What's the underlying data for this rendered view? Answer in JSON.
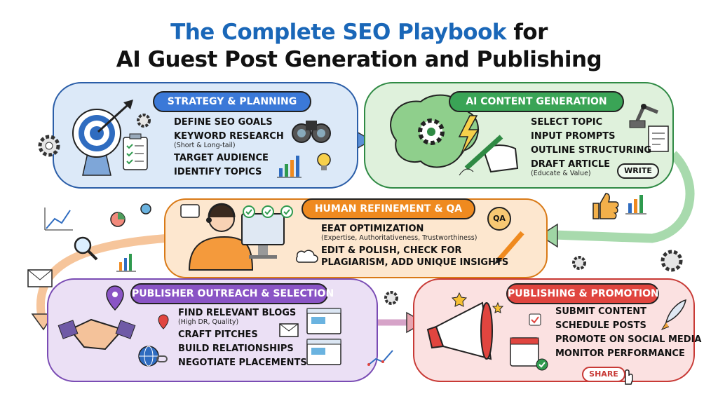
{
  "title": {
    "line1_accent": "The Complete SEO Playbook",
    "line1_rest": " for",
    "line2": "AI Guest Post Generation and Publishing"
  },
  "colors": {
    "title_accent": "#1a67b8",
    "strategy": "#3b79d8",
    "ai": "#3aa456",
    "human": "#ef8a1f",
    "outreach": "#8a54c5",
    "publishing": "#e0453f"
  },
  "stages": {
    "strategy": {
      "label": "STRATEGY & PLANNING",
      "items": [
        "DEFINE SEO GOALS",
        "KEYWORD RESEARCH",
        "TARGET AUDIENCE",
        "IDENTIFY TOPICS"
      ],
      "note": "(Short & Long-tail)"
    },
    "ai": {
      "label": "AI CONTENT GENERATION",
      "items": [
        "SELECT TOPIC",
        "INPUT PROMPTS",
        "OUTLINE STRUCTURING",
        "DRAFT ARTICLE"
      ],
      "note": "(Educate & Value)",
      "chip": "WRITE"
    },
    "human": {
      "label": "HUMAN REFINEMENT & QA",
      "item1": "EEAT OPTIMIZATION",
      "note": "(Expertise, Authoritativeness, Trustworthiness)",
      "item2": "EDIT & POLISH, CHECK FOR",
      "item3": "PLAGIARISM, ADD UNIQUE INSIGHTS",
      "badge": "QA"
    },
    "outreach": {
      "label": "PUBLISHER OUTREACH & SELECTION",
      "items": [
        "FIND RELEVANT BLOGS",
        "CRAFT PITCHES",
        "BUILD RELATIONSHIPS",
        "NEGOTIATE PLACEMENTS"
      ],
      "note": "(High DR, Quality)"
    },
    "publishing": {
      "label": "PUBLISHING & PROMOTION",
      "items": [
        "SUBMIT CONTENT",
        "SCHEDULE POSTS",
        "PROMOTE ON SOCIAL MEDIA",
        "MONITOR PERFORMANCE"
      ],
      "chip": "SHARE"
    }
  },
  "icons": [
    "target-icon",
    "checklist-icon",
    "gear-icon",
    "binoculars-icon",
    "lightbulb-icon",
    "bar-chart-icon",
    "brain-icon",
    "lightning-icon",
    "pen-hand-icon",
    "robot-arm-icon",
    "document-icon",
    "person-headset-icon",
    "computer-icon",
    "checkmark-icon",
    "thumbs-up-icon",
    "magnifier-icon",
    "envelope-icon",
    "handshake-icon",
    "location-pin-icon",
    "globe-icon",
    "browser-window-icon",
    "megaphone-icon",
    "star-icon",
    "calendar-icon",
    "rocket-icon",
    "cursor-hand-icon"
  ]
}
